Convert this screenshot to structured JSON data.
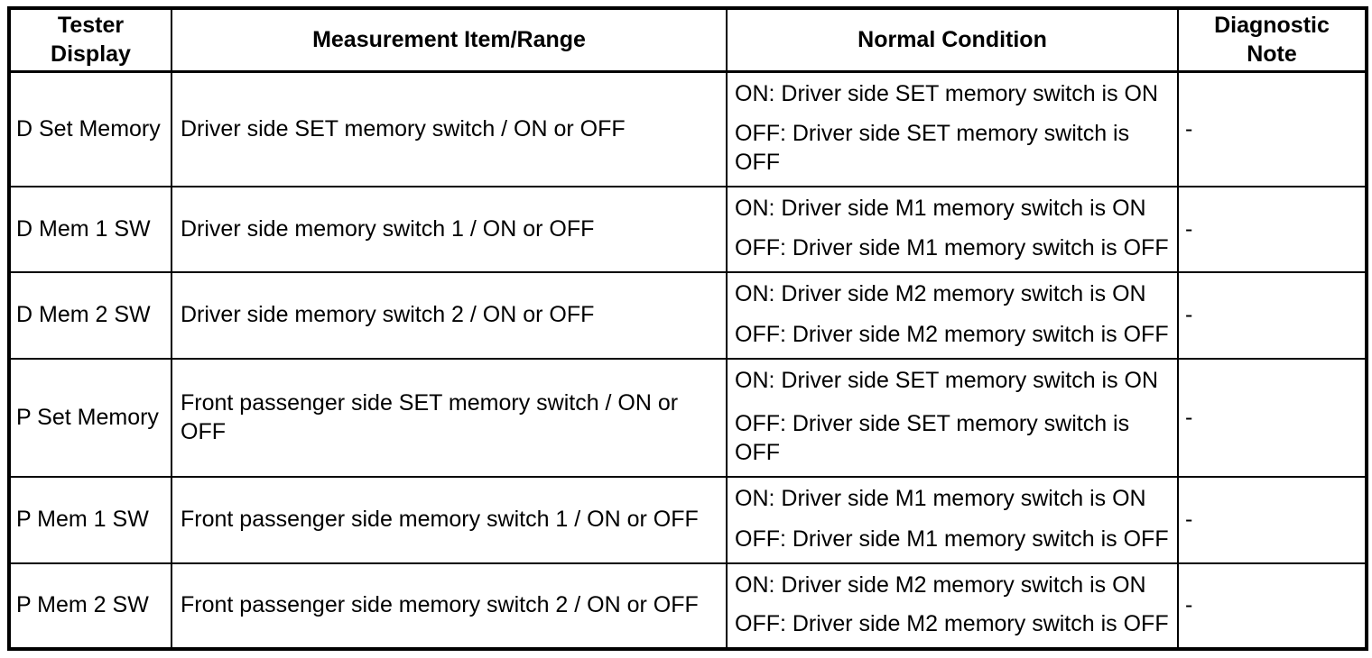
{
  "theme": {
    "background": "#ffffff",
    "text_color": "#000000",
    "border_color": "#000000"
  },
  "table": {
    "headers": {
      "tester_display": "Tester\nDisplay",
      "measurement": "Measurement Item/Range",
      "normal_condition": "Normal Condition",
      "diagnostic_note": "Diagnostic\nNote"
    },
    "rows": [
      {
        "tester_display": "D Set Memory",
        "measurement": "Driver side SET memory switch / ON or OFF",
        "condition_on": "ON: Driver side SET memory switch is ON",
        "condition_off": "OFF: Driver side SET memory switch is\nOFF",
        "note": "-"
      },
      {
        "tester_display": "D Mem 1 SW",
        "measurement": "Driver side memory switch 1 / ON or OFF",
        "condition_on": "ON: Driver side M1 memory switch is ON",
        "condition_off": "OFF: Driver side M1 memory switch is OFF",
        "note": "-"
      },
      {
        "tester_display": "D Mem 2 SW",
        "measurement": "Driver side memory switch 2 / ON or OFF",
        "condition_on": "ON: Driver side M2 memory switch is ON",
        "condition_off": "OFF: Driver side M2 memory switch is OFF",
        "note": "-"
      },
      {
        "tester_display": "P Set Memory",
        "measurement": "Front passenger side SET memory switch / ON or\nOFF",
        "condition_on": "ON: Driver side SET memory switch is ON",
        "condition_off": "OFF: Driver side SET memory switch is\nOFF",
        "note": "-"
      },
      {
        "tester_display": "P Mem 1 SW",
        "measurement": "Front passenger side memory switch 1 / ON or OFF",
        "condition_on": "ON: Driver side M1 memory switch is ON",
        "condition_off": "OFF: Driver side M1 memory switch is OFF",
        "note": "-"
      },
      {
        "tester_display": "P Mem 2 SW",
        "measurement": "Front passenger side memory switch 2 / ON or OFF",
        "condition_on": "ON: Driver side M2 memory switch is ON",
        "condition_off": "OFF: Driver side M2 memory switch is OFF",
        "note": "-"
      }
    ]
  }
}
